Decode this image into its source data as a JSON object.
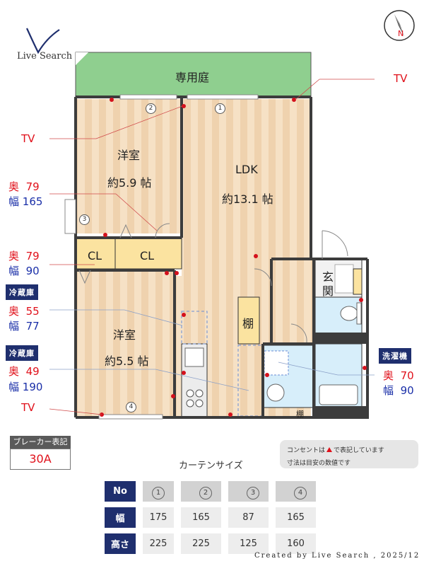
{
  "logo": {
    "text": "Live Search"
  },
  "rooms": {
    "garden": "専用庭",
    "western1_name": "洋室",
    "western1_size": "約5.9 帖",
    "ldk_name": "LDK",
    "ldk_size": "約13.1 帖",
    "western2_name": "洋室",
    "western2_size": "約5.5 帖",
    "closet1": "CL",
    "closet2": "CL",
    "entrance_top": "玄",
    "entrance_bottom": "関",
    "shelf": "棚",
    "shelf2": "棚"
  },
  "window_numbers": [
    "1",
    "2",
    "3",
    "4"
  ],
  "annotations": {
    "tv_right": "TV",
    "tv_left": "TV",
    "tv_bottom": "TV",
    "closet_depth_label": "奥",
    "closet_depth": "79",
    "closet_width_label": "幅",
    "closet_width": "165",
    "cl_depth_label": "奥",
    "cl_depth": "79",
    "cl_width_label": "幅",
    "cl_width": "90",
    "fridge1_title": "冷蔵庫",
    "fridge1_depth_label": "奥",
    "fridge1_depth": "55",
    "fridge1_width_label": "幅",
    "fridge1_width": "77",
    "fridge2_title": "冷蔵庫",
    "fridge2_depth_label": "奥",
    "fridge2_depth": "49",
    "fridge2_width_label": "幅",
    "fridge2_width": "190",
    "washer_title": "洗濯機",
    "washer_depth_label": "奥",
    "washer_depth": "70",
    "washer_width_label": "幅",
    "washer_width": "90"
  },
  "breaker": {
    "title": "ブレーカー表記",
    "value": "30A"
  },
  "notes": {
    "line1": "コンセントは",
    "line1b": "で表記しています",
    "line2": "寸法は目安の数値です"
  },
  "curtain": {
    "title": "カーテンサイズ",
    "header_no": "No",
    "row_width_label": "幅",
    "row_height_label": "高さ",
    "columns": [
      "1",
      "2",
      "3",
      "4"
    ],
    "widths": [
      "175",
      "165",
      "87",
      "165"
    ],
    "heights": [
      "225",
      "225",
      "125",
      "160"
    ]
  },
  "footer": "Created by Live Search , 2025/12",
  "colors": {
    "navy": "#1f2f6e",
    "red": "#e0101a",
    "garden": "#8fcf8f",
    "floor": "#f3dcc0",
    "closet": "#fbe3a0",
    "bath": "#d7eefa"
  }
}
